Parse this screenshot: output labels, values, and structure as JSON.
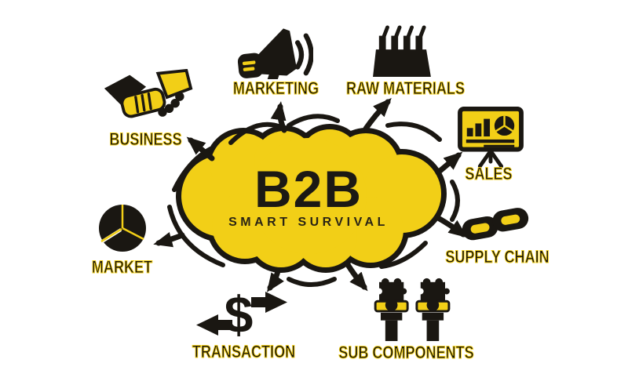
{
  "colors": {
    "yellow": "#f2cf17",
    "black": "#1a1712",
    "background": "#ffffff"
  },
  "center": {
    "title": "B2B",
    "subtitle": "SMART SURVIVAL"
  },
  "nodes": [
    {
      "id": "business",
      "label": "BUSINESS",
      "icon": "handshake-icon",
      "position": "upper-left"
    },
    {
      "id": "marketing",
      "label": "MARKETING",
      "icon": "megaphone-icon",
      "position": "top-left"
    },
    {
      "id": "raw-materials",
      "label": "RAW MATERIALS",
      "icon": "factory-icon",
      "position": "top-right"
    },
    {
      "id": "sales",
      "label": "SALES",
      "icon": "presentation-chart-icon",
      "position": "right-upper"
    },
    {
      "id": "supply-chain",
      "label": "SUPPLY CHAIN",
      "icon": "chain-link-icon",
      "position": "right-lower"
    },
    {
      "id": "sub-components",
      "label": "SUB COMPONENTS",
      "icon": "puzzle-people-icon",
      "position": "bottom-right"
    },
    {
      "id": "transaction",
      "label": "TRANSACTION",
      "icon": "dollar-arrows-icon",
      "position": "bottom-left"
    },
    {
      "id": "market",
      "label": "MARKET",
      "icon": "pie-chart-icon",
      "position": "left"
    }
  ],
  "symbols": {
    "currency": "$"
  }
}
